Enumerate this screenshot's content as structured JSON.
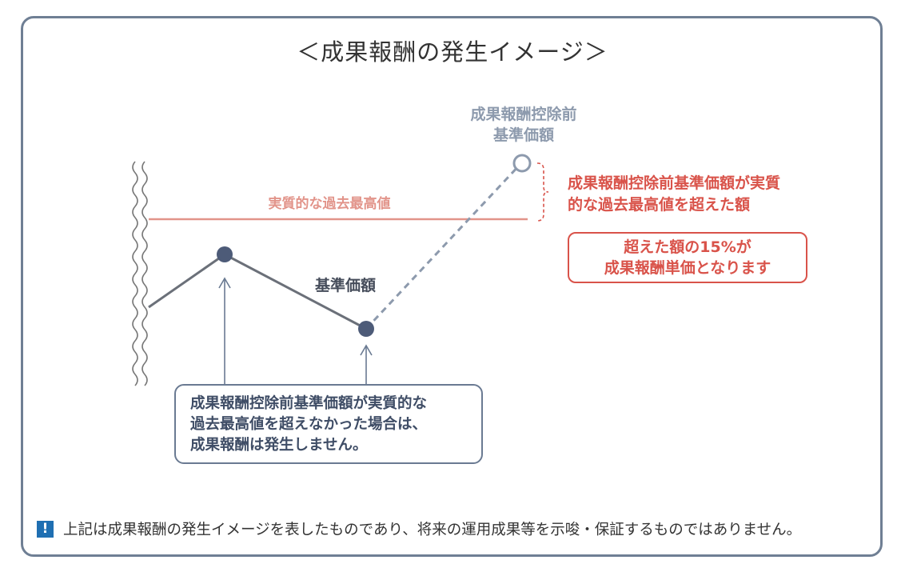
{
  "title": "＜成果報酬の発生イメージ＞",
  "labels": {
    "pre_fee_nav": [
      "成果報酬控除前",
      "基準価額"
    ],
    "high_water_mark": "実質的な過去最高値",
    "nav": "基準価額",
    "excess": [
      "成果報酬控除前基準価額が実質",
      "的な過去最高値を超えた額"
    ],
    "fee_rate": [
      "超えた額の15%が",
      "成果報酬単価となります"
    ],
    "no_fee_note": [
      "成果報酬控除前基準価額が実質的な",
      "過去最高値を超えなかった場合は、",
      "成果報酬は発生しません。"
    ]
  },
  "footnote": {
    "icon": "exclamation-icon",
    "text": "上記は成果報酬の発生イメージを表したものであり、将来の運用成果等を示唆・保証するものではありません。"
  },
  "colors": {
    "frame": "#6f7f94",
    "line": "#6b7079",
    "point": "#4d5b78",
    "dashed": "#8d9aad",
    "hwm": "#e2948a",
    "accent": "#d9534a",
    "icon": "#1f6fb2"
  }
}
